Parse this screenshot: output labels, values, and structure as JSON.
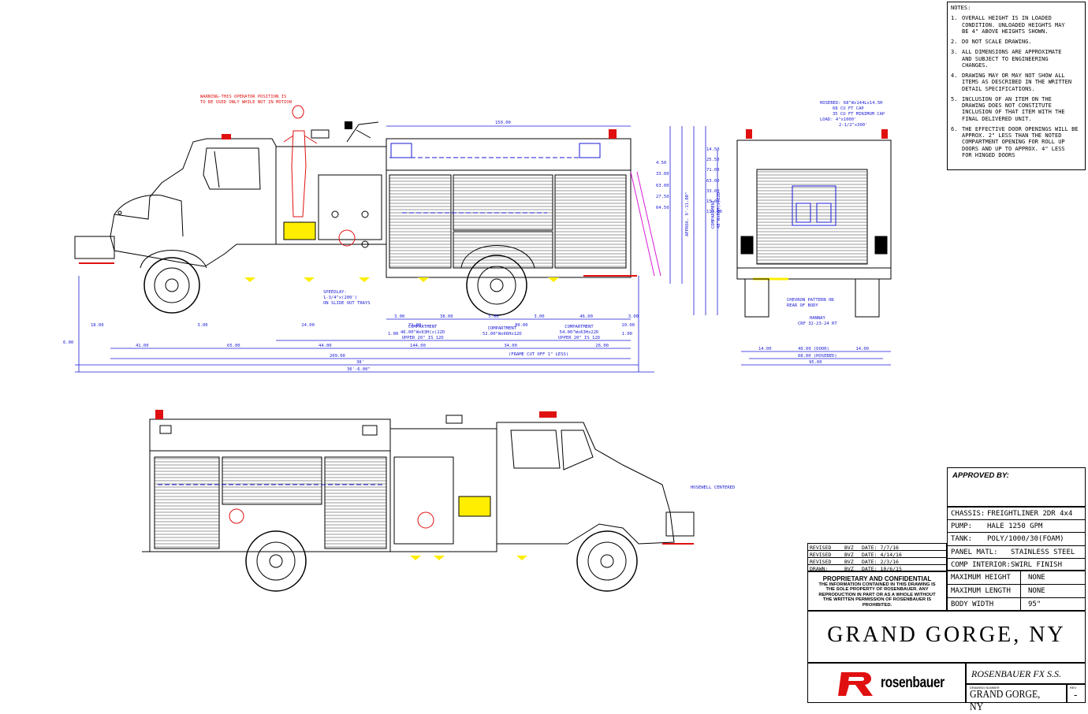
{
  "notes": {
    "heading": "NOTES:",
    "items": [
      {
        "num": "1.",
        "lines": [
          "OVERALL HEIGHT IS IN LOADED",
          "CONDITION. UNLOADED HEIGHTS MAY",
          "BE 4\" ABOVE HEIGHTS SHOWN."
        ]
      },
      {
        "num": "2.",
        "lines": [
          "DO NOT SCALE DRAWING."
        ]
      },
      {
        "num": "3.",
        "lines": [
          "ALL DIMENSIONS ARE APPROXIMATE",
          "AND SUBJECT TO ENGINEERING",
          "CHANGES."
        ]
      },
      {
        "num": "4.",
        "lines": [
          "DRAWING MAY OR MAY NOT SHOW ALL",
          "ITEMS AS DESCRIBED IN THE WRITTEN",
          "DETAIL SPECIFICATIONS."
        ]
      },
      {
        "num": "5.",
        "lines": [
          "INCLUSION OF AN ITEM ON THE",
          "DRAWING DOES NOT CONSTITUTE",
          "INCLUSION OF THAT ITEM WITH THE",
          "FINAL DELIVERED UNIT."
        ]
      },
      {
        "num": "6.",
        "lines": [
          "THE EFFECTIVE DOOR OPENINGS WILL BE",
          "APPROX. 2\" LESS THAN THE NOTED",
          "COMPARTMENT OPENING FOR ROLL UP",
          "DOORS AND UP TO APPROX. 4\" LESS",
          "FOR HINGED DOORS"
        ]
      }
    ]
  },
  "annotations": {
    "operator_warning": [
      "WARNING-THIS OPERATOR POSITION IS",
      "TO BE USED ONLY WHILE NOT IN MOTION"
    ],
    "speedlay": [
      "SPEEDLAY-",
      "1-3/4\"x(200')",
      "ON SLIDE OUT TRAYS"
    ],
    "hosebed": [
      "HOSEBED: 68\"Wx144Lx14.5H",
      "68 CU FT CAP",
      "35 CU FT MINIMUM CAP",
      "LOAD: 4\"x1000'",
      "2-1/2\"x300'"
    ],
    "chevron": [
      "CHEVRON PATTERN ON",
      "REAR OF BODY"
    ],
    "hannay": [
      "HANNAY",
      "CRF 32-23-24 RT"
    ],
    "compartments": [
      {
        "title": "COMPARTMENT",
        "lines": [
          "46.00\"Wx63H(x)22D",
          "UPPER 20\" IS 12D"
        ]
      },
      {
        "title": "COMPARTMENT",
        "lines": [
          "52.00\"Wx66Hx12D"
        ]
      },
      {
        "title": "COMPARTMENT",
        "lines": [
          "54.00\"Wx63Hx22D",
          "UPPER 20\" IS 12D"
        ]
      }
    ],
    "rear_compartment": [
      "COMPARTMENT",
      "48\"Wx66H(x)22D"
    ],
    "frame_cutoff": "(FRAME CUT OFF 1\" LESS)",
    "hosewell": "HOSEWELL CENTERED",
    "height_label": "APPROX. 9'-11.00\""
  },
  "dimensions": {
    "top_length": "150.00",
    "bottom_row1": [
      "3.00",
      "38.00",
      "5.00",
      "3.00",
      "46.00",
      "3.00"
    ],
    "bottom_row2": [
      "1.00",
      "1.00"
    ],
    "bottom_row3": [
      "18.00",
      "3.00",
      "24.00",
      "72.00",
      "80.00",
      "10.00"
    ],
    "bottom_row4": [
      "41.00",
      "65.00",
      "44.00",
      "144.00",
      "34.00",
      "26.00"
    ],
    "bottom_row5": [
      "209.00"
    ],
    "bottom_row6": [
      "38'"
    ],
    "bottom_row7": [
      "30'-6.00\""
    ],
    "left_dim": "6.00",
    "right_vert": [
      "4.50",
      "33.00",
      "63.00",
      "27.50",
      "64.50"
    ],
    "rear_vert": [
      "14.50",
      "25.50",
      "71.00",
      "63.00",
      "33.00",
      "15.00",
      "113.00"
    ],
    "rear_bottom": [
      "14.00",
      "40.00 (DOOR)",
      "14.00",
      "68.00 (HOSEBED)",
      "95.00"
    ]
  },
  "approval": {
    "label": "APPROVED BY:"
  },
  "specs": [
    {
      "label": "CHASSIS:",
      "value": "FREIGHTLINER 2DR 4x4"
    },
    {
      "label": "PUMP:",
      "value": "HALE 1250 GPM"
    },
    {
      "label": "TANK:",
      "value": "POLY/1000/30(FOAM)"
    },
    {
      "label": "PANEL MATL:",
      "value": "STAINLESS STEEL"
    },
    {
      "label": "COMP INTERIOR:",
      "value": "SWIRL FINISH"
    }
  ],
  "limits": [
    {
      "label": "MAXIMUM HEIGHT",
      "value": "NONE"
    },
    {
      "label": "MAXIMUM LENGTH",
      "value": "NONE"
    },
    {
      "label": "BODY WIDTH",
      "value": "95\""
    }
  ],
  "revisions": [
    {
      "kind": "REVISED",
      "by": "BVZ",
      "date": "DATE: 7/7/16"
    },
    {
      "kind": "REVISED",
      "by": "BVZ",
      "date": "DATE: 4/14/16"
    },
    {
      "kind": "REVISED",
      "by": "BVZ",
      "date": "DATE: 2/3/16"
    },
    {
      "kind": "DRAWN:",
      "by": "BVZ",
      "date": "DATE: 10/6/15"
    }
  ],
  "confidential": {
    "heading": "PROPRIETARY AND CONFIDENTIAL",
    "lines": [
      "THE INFORMATION CONTAINED IN THIS DRAWING IS",
      "THE SOLE PROPERTY OF ROSENBAUER. ANY",
      "REPRODUCTION IN PART OR AS A WHOLE WITHOUT",
      "THE WRITTEN PERMISSION OF ROSENBAUER IS",
      "PROHIBITED."
    ]
  },
  "customer": "GRAND GORGE, NY",
  "brand": {
    "logo_text": "rosenbauer",
    "company": "ROSENBAUER FX S.S.",
    "drawing_number_label": "DRAWING NUMBER",
    "drawing_number": "GRAND GORGE, NY",
    "rev_label": "REV",
    "rev": "-"
  },
  "colors": {
    "line": "#000000",
    "dimension": "#1a1ad6",
    "warning": "#e01010",
    "highlight": "#ffee00",
    "magenta": "#d81bd8",
    "logo": "#e01010"
  }
}
